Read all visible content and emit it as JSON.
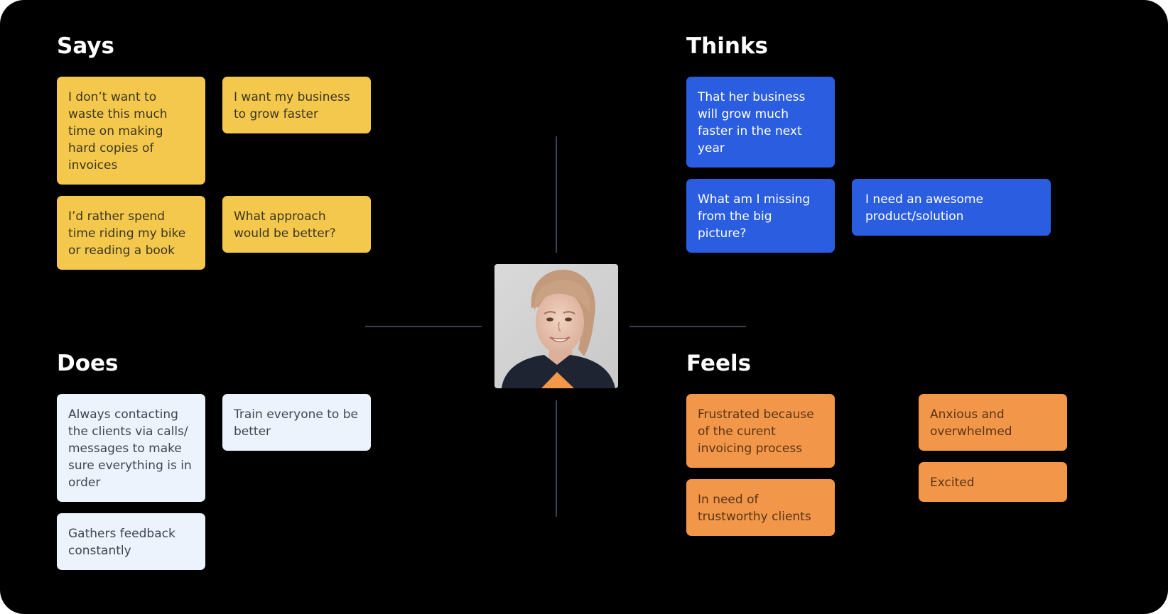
{
  "sections": {
    "says": {
      "title": "Says",
      "notes": [
        "I don’t want to waste this much time on making hard copies of invoices",
        "I want my business to grow faster",
        "I’d rather spend time riding my bike or reading a book",
        "What approach would be better?"
      ]
    },
    "thinks": {
      "title": "Thinks",
      "notes": [
        "That her business will grow much faster in the next year",
        "What am I missing from the big picture?",
        "I need an awesome product/solution"
      ]
    },
    "does": {
      "title": "Does",
      "notes": [
        "Always contacting the clients via calls/ messages to make sure everything is in order",
        "Train everyone to be better",
        "Gathers feedback constantly"
      ]
    },
    "feels": {
      "title": "Feels",
      "notes": [
        "Frustrated because of the curent invoicing process",
        "Anxious and overwhelmed",
        "In need of trustworthy clients",
        "Excited"
      ]
    }
  },
  "colors": {
    "board_background": "#000000",
    "says_note": "#f4c84c",
    "thinks_note": "#2b5de0",
    "does_note": "#edf3fd",
    "feels_note": "#f2974a",
    "divider_line": "#3b4052"
  },
  "avatar": {
    "icon": "persona-photo"
  }
}
